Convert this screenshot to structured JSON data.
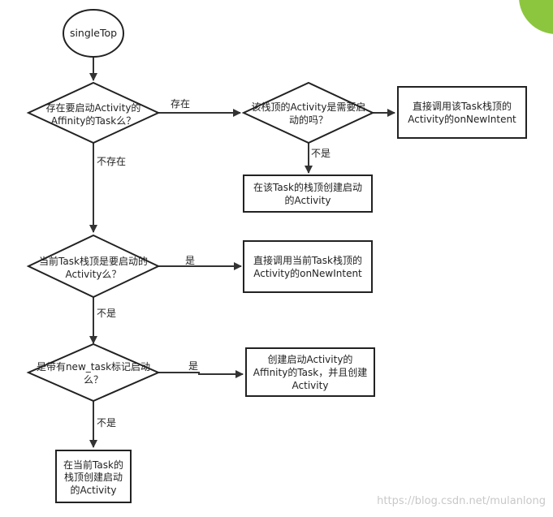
{
  "diagram": {
    "start_node": "singleTop",
    "decision_task_exists": [
      "存在要启动Activity的",
      "Affinity的Task么？"
    ],
    "decision_top_needed": [
      "该栈顶的Activity是需要启",
      "动的吗？"
    ],
    "box_call_task_top": [
      "直接调用该Task栈顶的",
      "Activity的onNewIntent"
    ],
    "box_create_on_top": [
      "在该Task的栈顶创建启动",
      "的Activity"
    ],
    "decision_current_top": [
      "当前Task栈顶是要启动的",
      "Activity么？"
    ],
    "box_call_current_top": [
      "直接调用当前Task栈顶的",
      "Activity的onNewIntent"
    ],
    "decision_new_task": [
      "是带有new_task标记启动",
      "么？"
    ],
    "box_create_task": [
      "创建启动Activity的",
      "Affinity的Task，并且创建",
      "Activity"
    ],
    "box_current_task_top": [
      "在当前Task的",
      "栈顶创建启动",
      "的Activity"
    ],
    "labels": {
      "exists": "存在",
      "not_exists": "不存在",
      "no_1": "不是",
      "yes_1": "是",
      "no_2": "不是",
      "yes_2": "是",
      "no_3": "不是"
    }
  },
  "colors": {
    "accent_circle": "#8cc63f",
    "stroke": "#222222"
  },
  "watermark": "https://blog.csdn.net/mulanlong"
}
